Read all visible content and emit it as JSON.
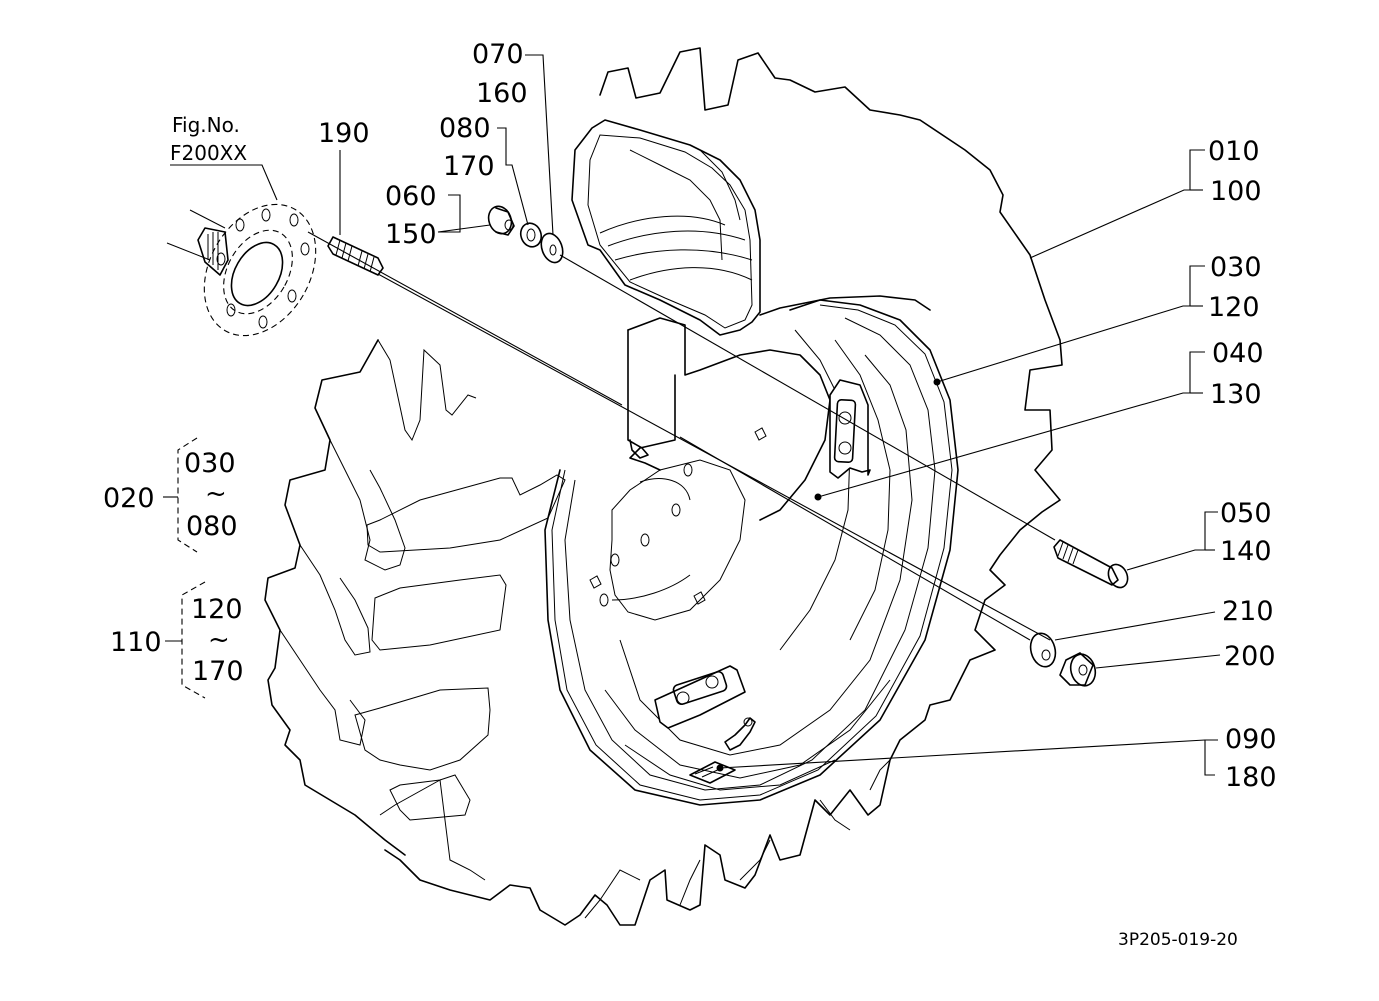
{
  "diagram": {
    "drawing_code": "3P205-019-20",
    "reference": {
      "line1": "Fig.No.",
      "line2": "F200XX"
    },
    "parts": {
      "p190": "190",
      "p070": "070",
      "p160": "160",
      "p080": "080",
      "p170": "170",
      "p060": "060",
      "p150": "150",
      "p010": "010",
      "p100": "100",
      "p030": "030",
      "p120": "120",
      "p040": "040",
      "p130": "130",
      "p050": "050",
      "p140": "140",
      "p210": "210",
      "p200": "200",
      "p090": "090",
      "p180": "180"
    },
    "assemblies": [
      {
        "id": "020",
        "from": "030",
        "to": "080",
        "range_symbol": "~"
      },
      {
        "id": "110",
        "from": "120",
        "to": "170",
        "range_symbol": "~"
      }
    ],
    "components": [
      "axle-flange",
      "stud-bolt",
      "nut",
      "lock-washer",
      "flat-washer",
      "tire",
      "inner-tube",
      "rim",
      "wheel-disc",
      "bolt",
      "valve",
      "flap"
    ]
  }
}
